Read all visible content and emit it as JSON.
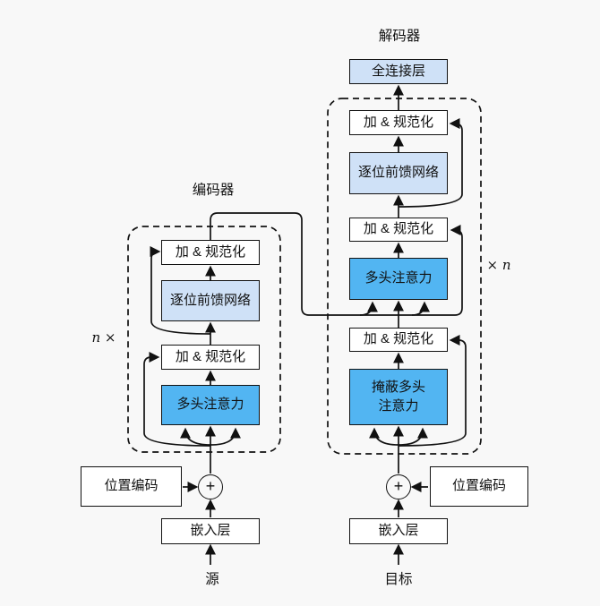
{
  "diagram": {
    "decoder_title": "解码器",
    "encoder_title": "编码器",
    "repeat_left": "n ×",
    "repeat_right": "× n",
    "plus_symbol": "+",
    "labels": {
      "fc": "全连接层",
      "add_norm": "加 & 规范化",
      "ffn": "逐位前馈网络",
      "attention": "多头注意力",
      "masked_attention_line1": "掩蔽多头",
      "masked_attention_line2": "注意力",
      "embedding": "嵌入层",
      "positional_encoding": "位置编码",
      "source": "源",
      "target": "目标"
    },
    "colors": {
      "background": "#f8f8f8",
      "attention_box": "#52b5f2",
      "feedforward_box": "#cfe1f7",
      "plain_box": "#ffffff",
      "stroke": "#111111"
    }
  }
}
